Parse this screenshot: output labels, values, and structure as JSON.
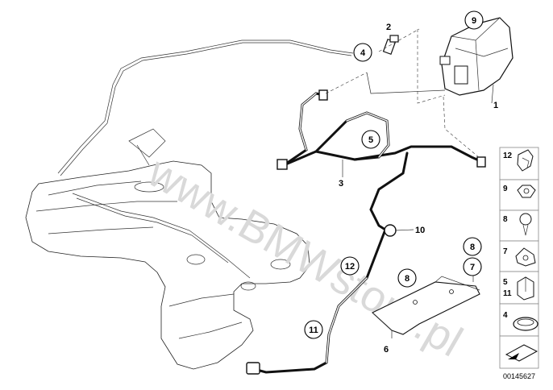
{
  "watermark": "www.BMWstore.pl",
  "diagram_code": "00145627",
  "callouts": {
    "c1": "1",
    "c2": "2",
    "c3": "3",
    "c4": "4",
    "c5": "5",
    "c6": "6",
    "c7": "7",
    "c8a": "8",
    "c8b": "8",
    "c9": "9",
    "c10": "10",
    "c11": "11",
    "c12": "12"
  },
  "sidebar": {
    "items": [
      {
        "label": "12"
      },
      {
        "label": "9"
      },
      {
        "label": "8"
      },
      {
        "label": "7"
      },
      {
        "label": "5"
      },
      {
        "label": "11"
      },
      {
        "label": "4"
      }
    ]
  }
}
